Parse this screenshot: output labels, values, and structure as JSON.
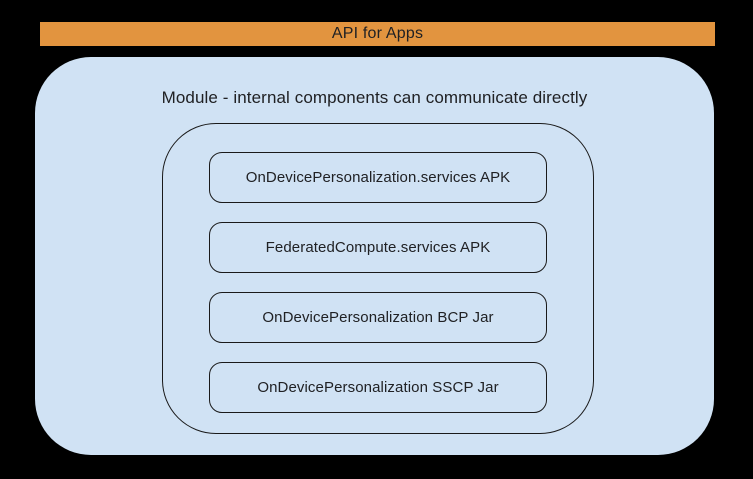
{
  "banner": {
    "label": "API for Apps"
  },
  "module": {
    "title": "Module - internal components can communicate directly",
    "components": [
      {
        "label": "OnDevicePersonalization.services APK"
      },
      {
        "label": "FederatedCompute.services APK"
      },
      {
        "label": "OnDevicePersonalization BCP Jar"
      },
      {
        "label": "OnDevicePersonalization SSCP Jar"
      }
    ]
  },
  "colors": {
    "page_bg": "#000000",
    "banner_bg": "#E2943F",
    "module_bg": "#D0E2F4",
    "outline": "#1A1A1A",
    "text": "#202124"
  }
}
